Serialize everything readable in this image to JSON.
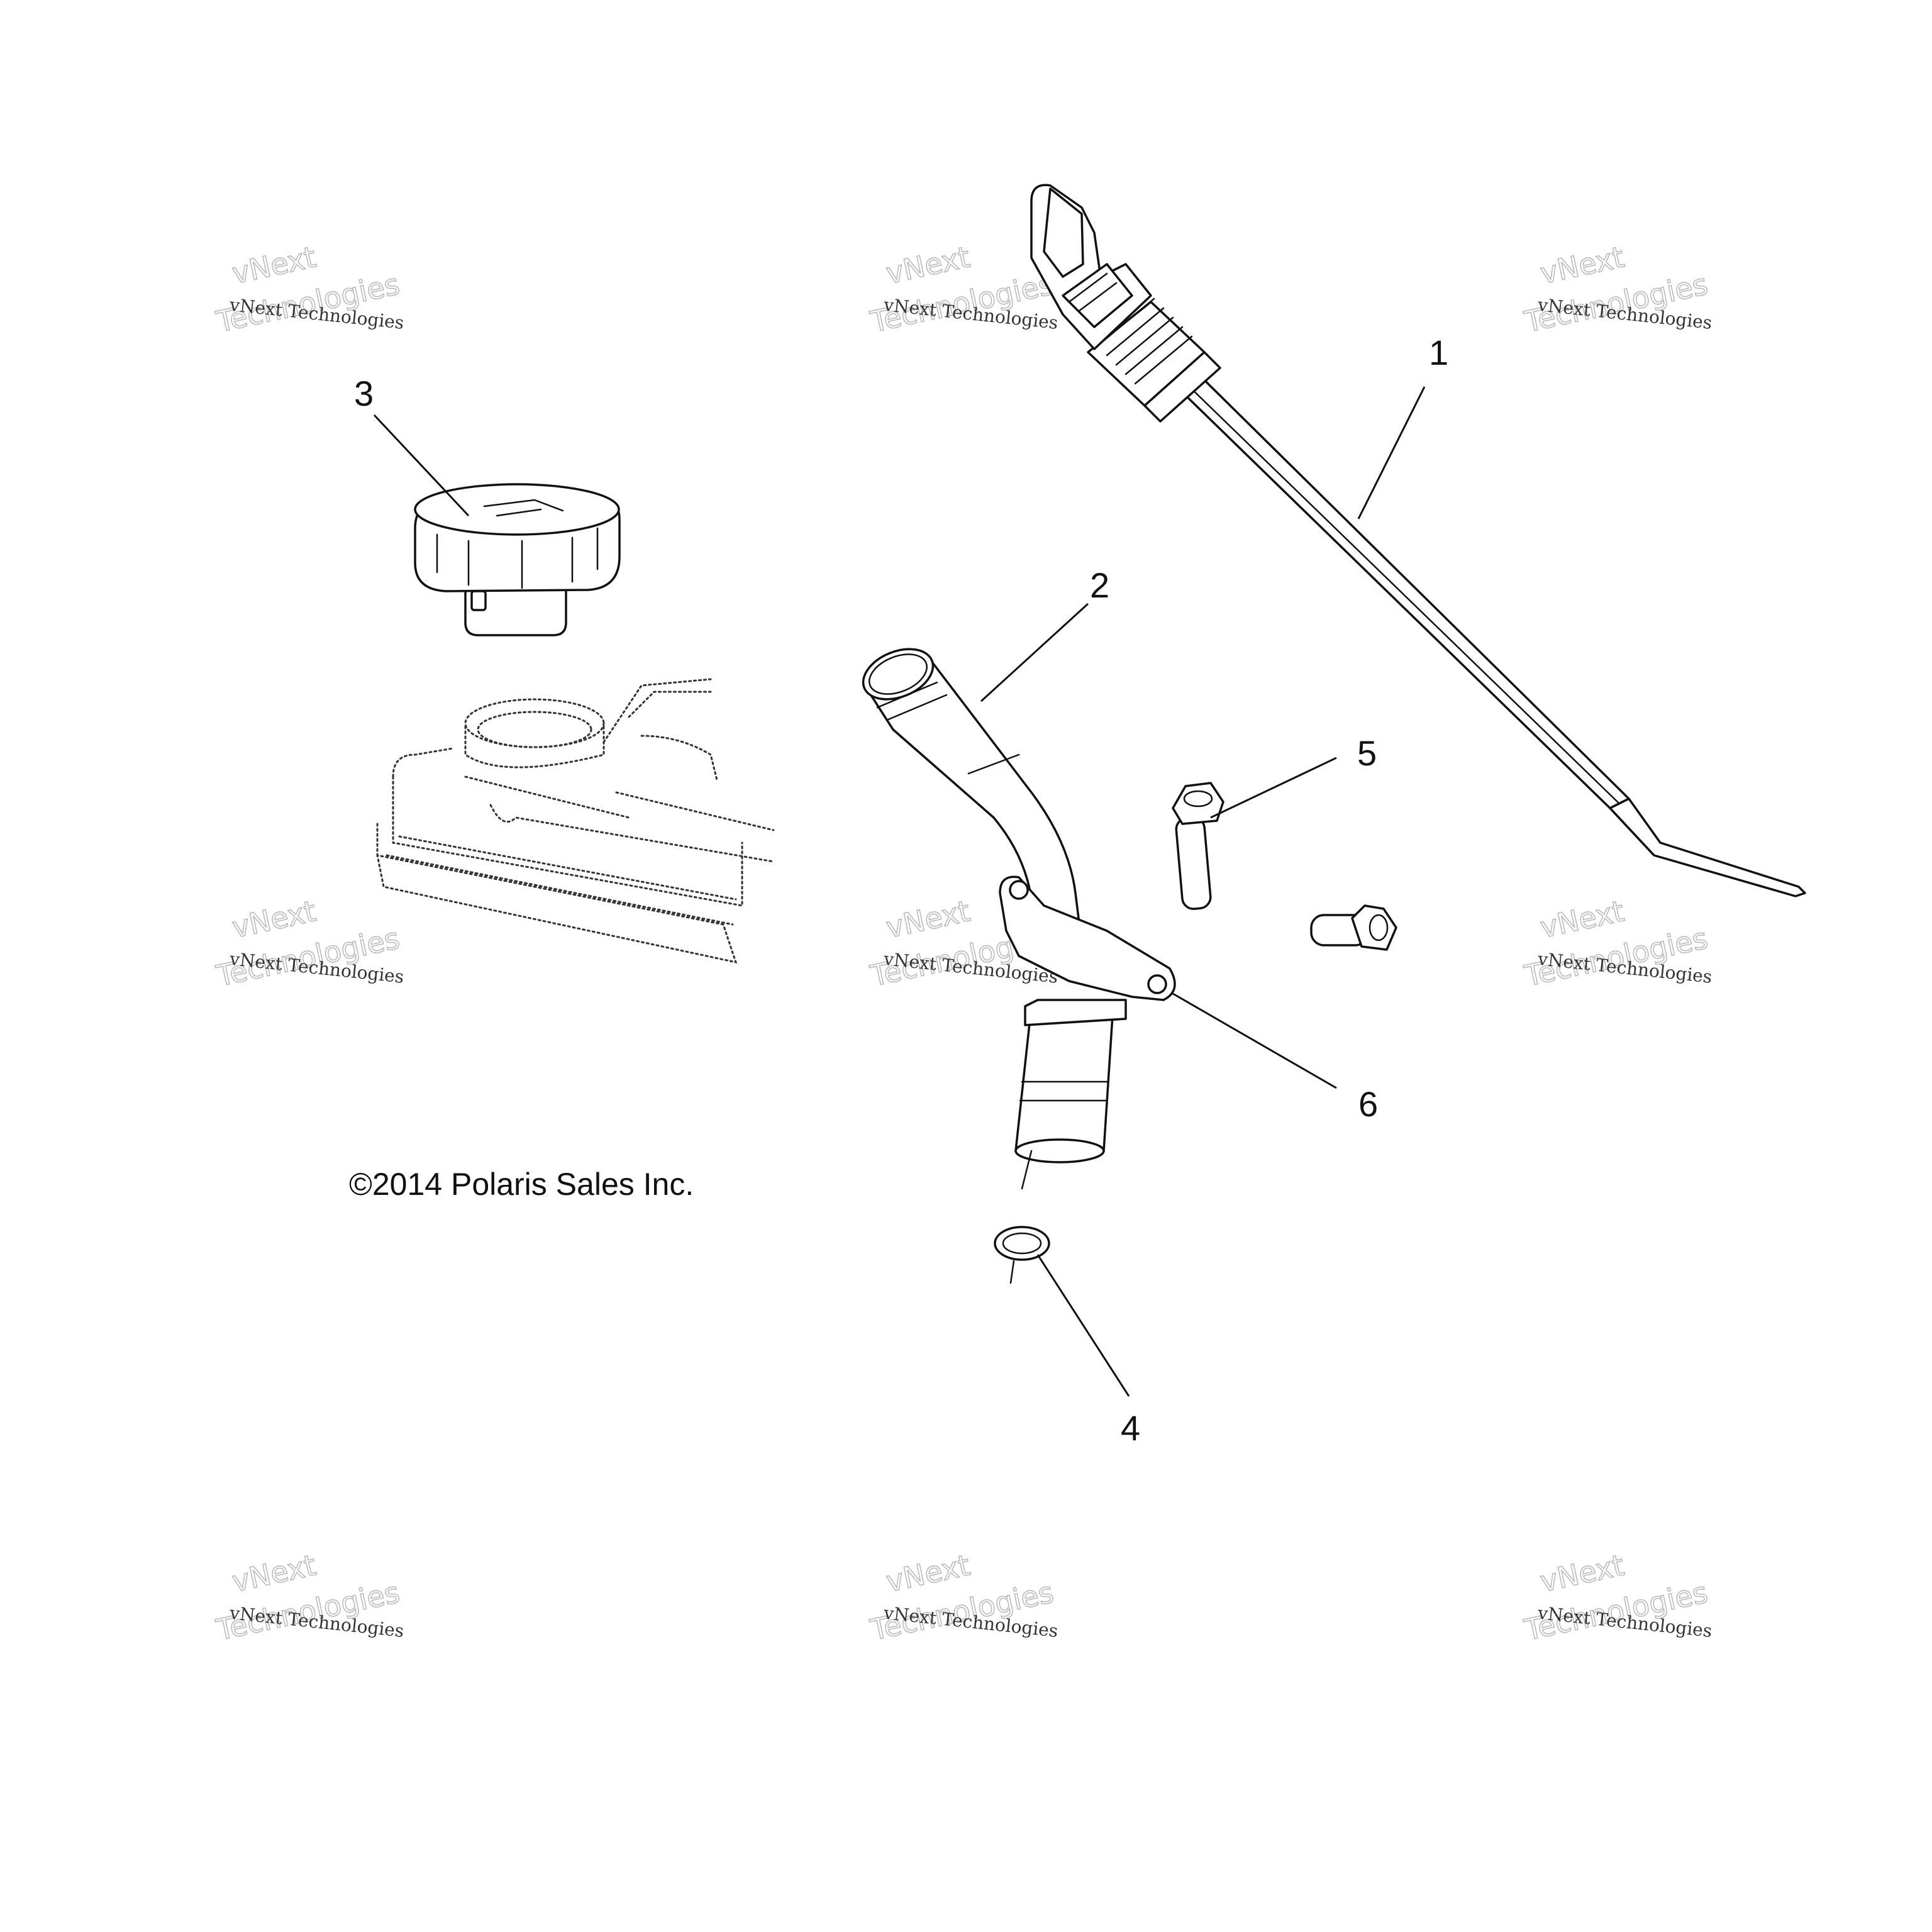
{
  "callouts": [
    {
      "id": "1",
      "label": "1"
    },
    {
      "id": "2",
      "label": "2"
    },
    {
      "id": "3",
      "label": "3"
    },
    {
      "id": "4",
      "label": "4"
    },
    {
      "id": "5",
      "label": "5"
    },
    {
      "id": "6",
      "label": "6"
    }
  ],
  "copyright": "©2014 Polaris Sales Inc.",
  "watermark": {
    "line1": "vNext Technologies",
    "line2": "vNext",
    "line3": "Technologies"
  }
}
